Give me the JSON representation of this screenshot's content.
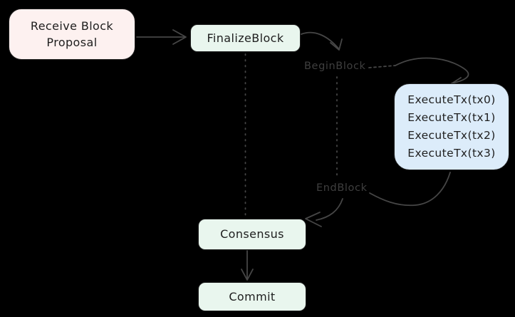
{
  "nodes": {
    "receive": {
      "label": "Receive Block\nProposal"
    },
    "finalize": {
      "label": "FinalizeBlock"
    },
    "execute": {
      "lines": [
        "ExecuteTx(tx0)",
        "ExecuteTx(tx1)",
        "ExecuteTx(tx2)",
        "ExecuteTx(tx3)"
      ]
    },
    "consensus": {
      "label": "Consensus"
    },
    "commit": {
      "label": "Commit"
    }
  },
  "edge_labels": {
    "begin": "BeginBlock",
    "end": "EndBlock"
  },
  "colors": {
    "background": "#000000",
    "box_border": "#1e1e1e",
    "box_text": "#1e1e1e",
    "connector": "#464646",
    "edge_label_text": "#3f3f3f",
    "receive_fill": "#fdf1f0",
    "process_fill": "#e9f6ee",
    "execute_fill": "#dcecfa"
  }
}
